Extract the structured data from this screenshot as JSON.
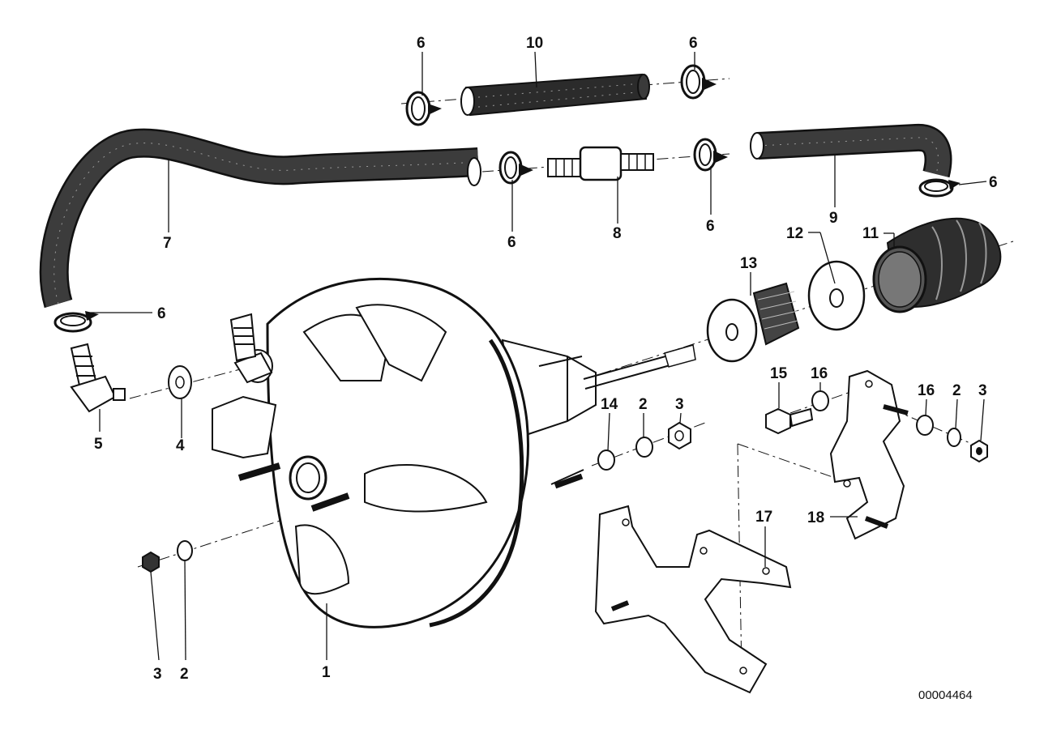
{
  "diagram": {
    "callouts": {
      "c1": "1",
      "c2a": "2",
      "c2b": "2",
      "c2c": "2",
      "c3a": "3",
      "c3b": "3",
      "c3c": "3",
      "c4": "4",
      "c5": "5",
      "c6a": "6",
      "c6b": "6",
      "c6c": "6",
      "c6d": "6",
      "c6e": "6",
      "c6f": "6",
      "c7": "7",
      "c8": "8",
      "c9": "9",
      "c10": "10",
      "c11": "11",
      "c12": "12",
      "c13": "13",
      "c14": "14",
      "c15": "15",
      "c16a": "16",
      "c16b": "16",
      "c17": "17",
      "c18": "18"
    },
    "reference_number": "00004464"
  }
}
